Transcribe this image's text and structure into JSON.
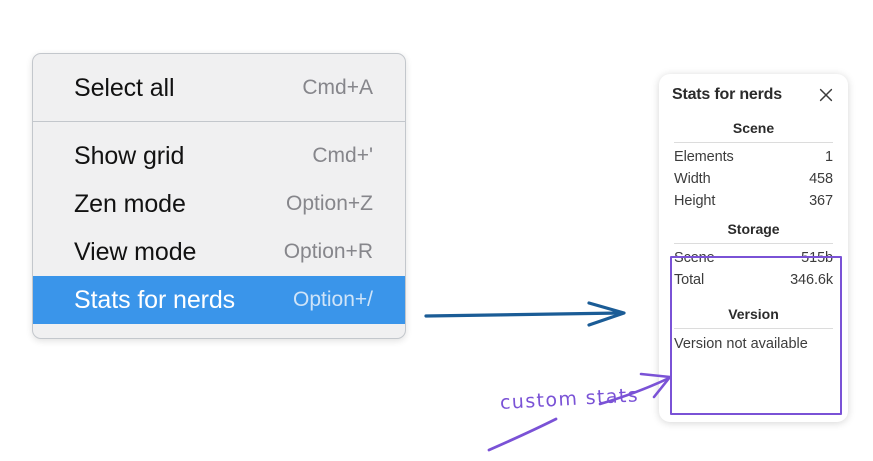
{
  "context_menu": {
    "groups": [
      {
        "items": [
          {
            "label": "Select all",
            "shortcut": "Cmd+A",
            "selected": false
          }
        ]
      },
      {
        "items": [
          {
            "label": "Show grid",
            "shortcut": "Cmd+'",
            "selected": false
          },
          {
            "label": "Zen mode",
            "shortcut": "Option+Z",
            "selected": false
          },
          {
            "label": "View mode",
            "shortcut": "Option+R",
            "selected": false
          },
          {
            "label": "Stats for nerds",
            "shortcut": "Option+/",
            "selected": true
          }
        ]
      }
    ],
    "selected_item_label": "Stats for nerds",
    "highlight_color": "#3a95ea"
  },
  "stats_panel": {
    "title": "Stats for nerds",
    "close_icon": "close-icon",
    "sections": [
      {
        "heading": "Scene",
        "rows": [
          {
            "key": "Elements",
            "value": "1"
          },
          {
            "key": "Width",
            "value": "458"
          },
          {
            "key": "Height",
            "value": "367"
          }
        ]
      },
      {
        "heading": "Storage",
        "rows": [
          {
            "key": "Scene",
            "value": "515b"
          },
          {
            "key": "Total",
            "value": "346.6k"
          }
        ]
      },
      {
        "heading": "Version",
        "note": "Version not available"
      }
    ]
  },
  "annotations": {
    "label": "custom stats",
    "label_color": "#7a52d6",
    "highlight_box_color": "#7a52d6",
    "pointer_arrow_color": "#1b5c96"
  }
}
